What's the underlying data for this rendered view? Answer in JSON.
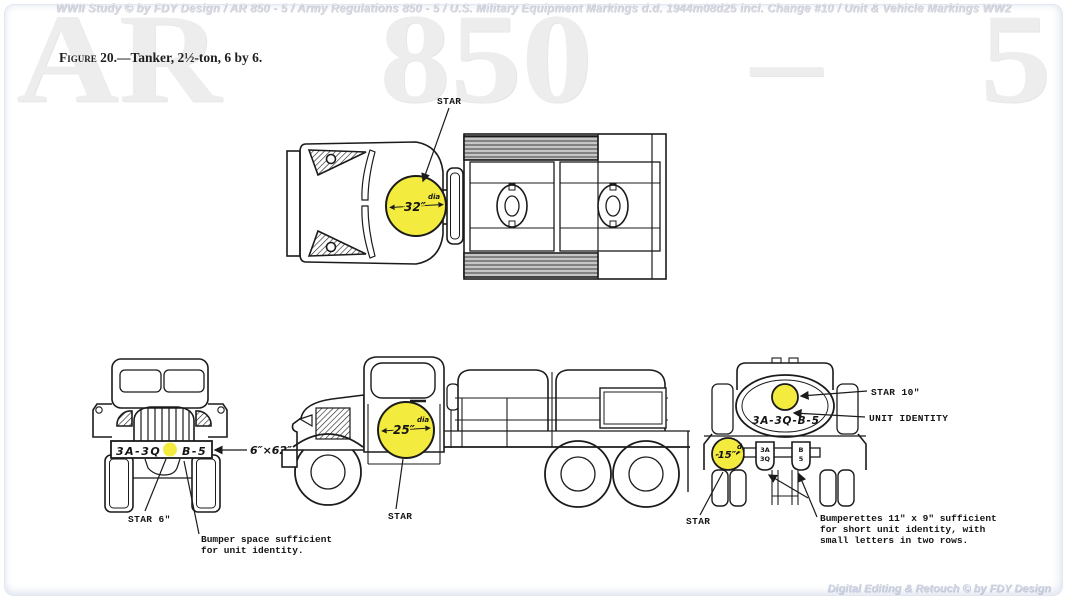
{
  "watermarks": {
    "top_line": "WWII Study © by FDY Design / AR 850 - 5 / Army Regulations 850 - 5 / U.S. Military Equipment Markings d.d. 1944m08d25 incl. Change #10 / Unit & Vehicle Markings WW2",
    "big": [
      "AR",
      "850",
      "–",
      "5"
    ],
    "bottom_line": "Digital Editing & Retouch © by FDY Design"
  },
  "caption": {
    "figure_word": "Figure",
    "rest": " 20.—Tanker, 2½-ton, 6 by 6."
  },
  "colors": {
    "star_yellow": "#f3eb3d",
    "ink": "#1b1b1b",
    "watermark_big": "#ededed",
    "watermark_text": "#dcdce2"
  },
  "top_view": {
    "star_label": "STAR",
    "star_value": "32″",
    "star_unit": "dia"
  },
  "front_view": {
    "bumper_left": "3A-3Q",
    "bumper_right": "B-5",
    "bumper_dim": "6″×62″",
    "star_label": "STAR 6″",
    "note_line1": "Bumper space sufficient",
    "note_line2": "for unit identity."
  },
  "side_view": {
    "star_value": "25″",
    "star_unit": "dia",
    "star_label": "STAR"
  },
  "rear_view": {
    "star_label": "STAR 10″",
    "unit_identity_label": "UNIT IDENTITY",
    "unit_identity_text": "3A-3Q-B-5",
    "left_star_value": "15″",
    "left_star_unit": "d",
    "plate_left_top": "3A",
    "plate_left_bottom": "3Q",
    "plate_right_top": "B",
    "plate_right_bottom": "5",
    "bottom_star_label": "STAR",
    "note_line1": "Bumperettes 11″ x 9″ sufficient",
    "note_line2": "for short unit identity, with",
    "note_line3": "small letters in two rows."
  }
}
